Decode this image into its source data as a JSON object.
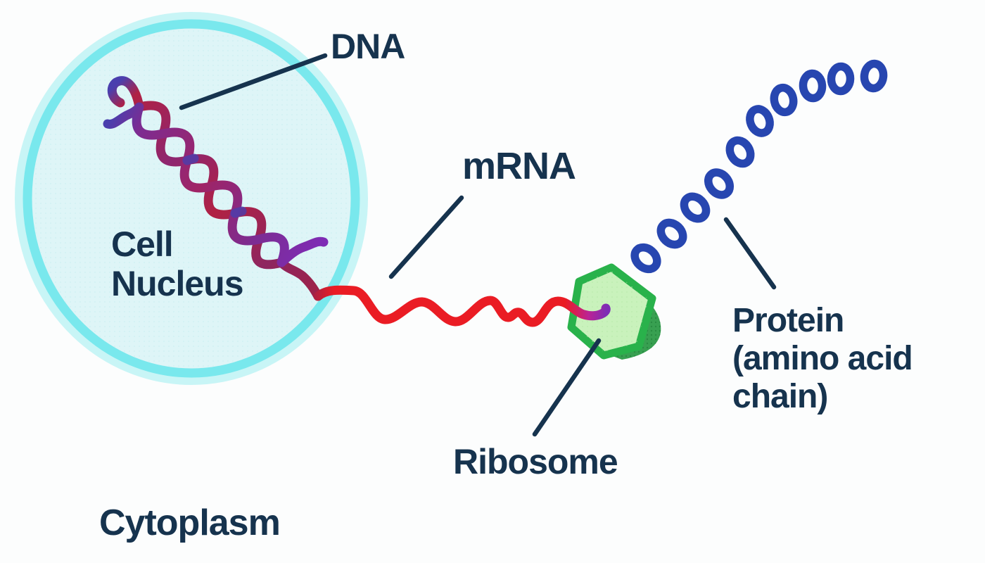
{
  "diagram": {
    "subject": "protein synthesis (central dogma) illustration",
    "labels": {
      "dna": "DNA",
      "mrna": "mRNA",
      "cell_nucleus": {
        "line1": "Cell",
        "line2": "Nucleus"
      },
      "ribosome": "Ribosome",
      "protein": {
        "line1": "Protein",
        "line2": "(amino acid",
        "line3": "chain)"
      },
      "cytoplasm": "Cytoplasm"
    },
    "colors": {
      "background": "#fcfdfd",
      "label_text": "#16334e",
      "pointer_line": "#16334e",
      "nucleus_fill": "#def5f7",
      "nucleus_border": "#79e8ed",
      "nucleus_outer_glow": "#c8f5f6",
      "dna_strand_red": "#ab2142",
      "dna_strand_purple": "#7c2c92",
      "dna_blue_accent": "#4a3fae",
      "mrna_red": "#ea1c24",
      "mrna_tail_magenta": "#bb2395",
      "mrna_tail_purple": "#7e2cb5",
      "ribosome_border": "#29b24b",
      "ribosome_fill": "#c9f2bc",
      "ribosome_side": "#38a051",
      "protein_ring_blue": "#2746b0"
    },
    "protein_chain_ring_count": 10
  }
}
